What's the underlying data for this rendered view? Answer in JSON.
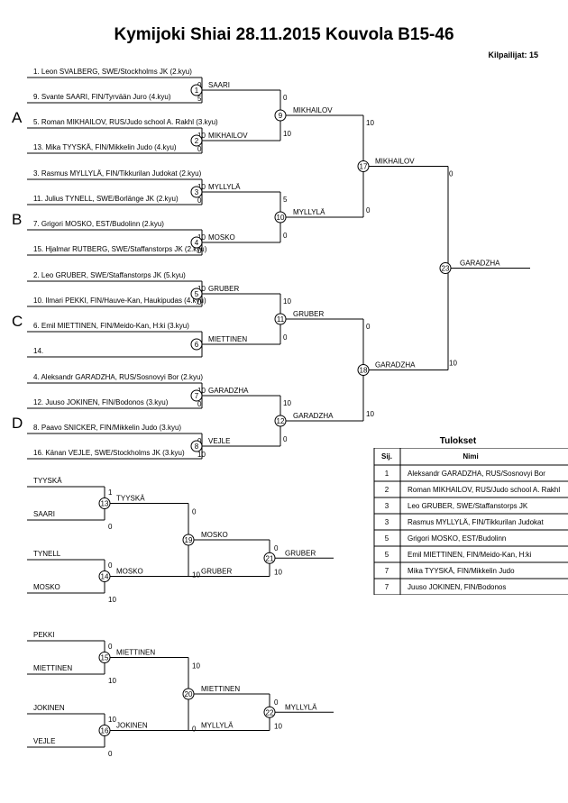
{
  "header": {
    "title": "Kymijoki Shiai  28.11.2015  Kouvola   B15-46",
    "participants": "Kilpailijat: 15"
  },
  "pools": [
    "A",
    "B",
    "C",
    "D"
  ],
  "entries": [
    "1. Leon SVALBERG, SWE/Stockholms JK (2.kyu)",
    "9. Svante SAARI, FIN/Tyrvään Juro (4.kyu)",
    "5. Roman MIKHAILOV, RUS/Judo school A. Rakhl (3.kyu)",
    "13. Mika TYYSKÄ, FIN/Mikkelin Judo (4.kyu)",
    "3. Rasmus MYLLYLÄ, FIN/Tikkurilan Judokat (2.kyu)",
    "11. Julius TYNELL, SWE/Borlänge JK (2.kyu)",
    "7. Grigori MOSKO, EST/Budolinn (2.kyu)",
    "15. Hjalmar RUTBERG, SWE/Staffanstorps JK (2.kyu)",
    "2. Leo GRUBER, SWE/Staffanstorps JK (5.kyu)",
    "10. Ilmari PEKKI, FIN/Hauve-Kan, Haukipudas (4.kyu)",
    "6. Emil MIETTINEN, FIN/Meido-Kan, H:ki (3.kyu)",
    "14.",
    "4. Aleksandr GARADZHA, RUS/Sosnovyi Bor (2.kyu)",
    "12. Juuso JOKINEN, FIN/Bodonos (3.kyu)",
    "8. Paavo SNICKER, FIN/Mikkelin Judo (3.kyu)",
    "16. Känan VEJLE, SWE/Stockholms JK (3.kyu)"
  ],
  "r1": [
    {
      "num": "1",
      "winner": "SAARI",
      "s1": "0",
      "s2": "5"
    },
    {
      "num": "2",
      "winner": "MIKHAILOV",
      "s1": "10",
      "s2": "0"
    },
    {
      "num": "3",
      "winner": "MYLLYLÄ",
      "s1": "10",
      "s2": "0"
    },
    {
      "num": "4",
      "winner": "MOSKO",
      "s1": "10",
      "s2": "0"
    },
    {
      "num": "5",
      "winner": "GRUBER",
      "s1": "10",
      "s2": "0"
    },
    {
      "num": "6",
      "winner": "MIETTINEN",
      "s1": "",
      "s2": ""
    },
    {
      "num": "7",
      "winner": "GARADZHA",
      "s1": "10",
      "s2": "0"
    },
    {
      "num": "8",
      "winner": "VEJLE",
      "s1": "0",
      "s2": "10"
    }
  ],
  "r2": [
    {
      "num": "9",
      "winner": "MIKHAILOV",
      "s1": "0",
      "s2": "10"
    },
    {
      "num": "10",
      "winner": "MYLLYLÄ",
      "s1": "5",
      "s2": "0"
    },
    {
      "num": "11",
      "winner": "GRUBER",
      "s1": "10",
      "s2": "0"
    },
    {
      "num": "12",
      "winner": "GARADZHA",
      "s1": "10",
      "s2": "0"
    }
  ],
  "r3": [
    {
      "num": "17",
      "winner": "MIKHAILOV",
      "s1": "10",
      "s2": "0"
    },
    {
      "num": "18",
      "winner": "GARADZHA",
      "s1": "0",
      "s2": "10"
    }
  ],
  "final": {
    "num": "23",
    "winner": "GARADZHA",
    "s1": "0",
    "s2": "10"
  },
  "repechage": [
    {
      "m1": {
        "num": "13",
        "a": "TYYSKÄ",
        "b": "SAARI",
        "s1": "1",
        "s2": "0",
        "winner": "TYYSKÄ"
      },
      "m2": {
        "num": "14",
        "a": "TYNELL",
        "b": "MOSKO",
        "s1": "0",
        "s2": "10",
        "winner": "MOSKO"
      },
      "m3": {
        "num": "19",
        "s1": "0",
        "s2": "10",
        "winner": "MOSKO"
      },
      "m4": {
        "num": "21",
        "entrant": "GRUBER",
        "s1": "0",
        "s2": "10",
        "winner": "GRUBER"
      }
    },
    {
      "m1": {
        "num": "15",
        "a": "PEKKI",
        "b": "MIETTINEN",
        "s1": "0",
        "s2": "10",
        "winner": "MIETTINEN"
      },
      "m2": {
        "num": "16",
        "a": "JOKINEN",
        "b": "VEJLE",
        "s1": "10",
        "s2": "0",
        "winner": "JOKINEN"
      },
      "m3": {
        "num": "20",
        "s1": "10",
        "s2": "0",
        "winner": "MIETTINEN"
      },
      "m4": {
        "num": "22",
        "entrant": "MYLLYLÄ",
        "s1": "0",
        "s2": "10",
        "winner": "MYLLYLÄ"
      }
    }
  ],
  "results": {
    "title": "Tulokset",
    "col_rank": "Sij.",
    "col_name": "Nimi",
    "rows": [
      {
        "rank": "1",
        "name": "Aleksandr GARADZHA, RUS/Sosnovyi Bor"
      },
      {
        "rank": "2",
        "name": "Roman MIKHAILOV, RUS/Judo school A. Rakhl"
      },
      {
        "rank": "3",
        "name": "Leo GRUBER, SWE/Staffanstorps JK"
      },
      {
        "rank": "3",
        "name": "Rasmus MYLLYLÄ, FIN/Tikkurilan Judokat"
      },
      {
        "rank": "5",
        "name": "Grigori MOSKO, EST/Budolinn"
      },
      {
        "rank": "5",
        "name": "Emil MIETTINEN, FIN/Meido-Kan, H:ki"
      },
      {
        "rank": "7",
        "name": "Mika TYYSKÄ, FIN/Mikkelin Judo"
      },
      {
        "rank": "7",
        "name": "Juuso JOKINEN, FIN/Bodonos"
      }
    ]
  }
}
